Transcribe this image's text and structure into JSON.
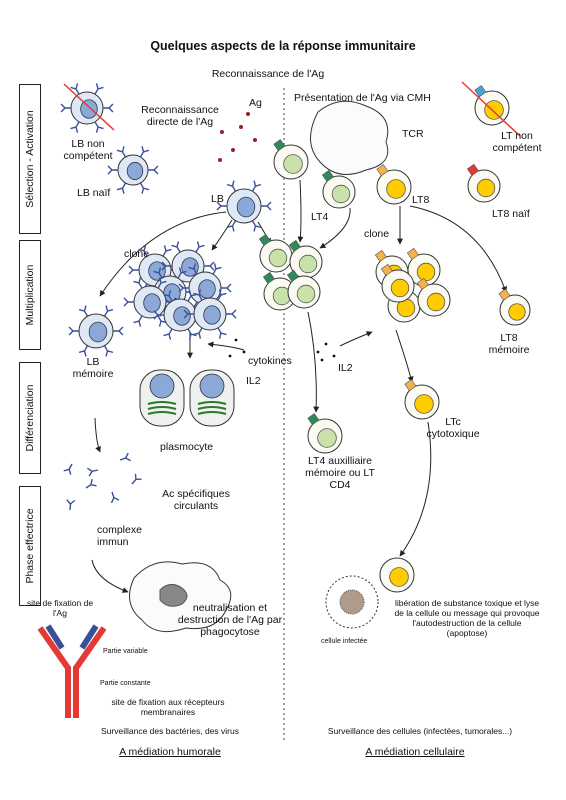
{
  "title": "Quelques aspects de la réponse immunitaire",
  "phases": [
    "Sélection - Activation",
    "Multiplication",
    "Différenciation",
    "Phase effectrice"
  ],
  "top": {
    "recognition": "Reconnaissance de l'Ag",
    "ag": "Ag",
    "direct_recognition": "Reconnaissance directe de l'Ag",
    "presentation": "Présentation de l'Ag via CMH",
    "tcr": "TCR"
  },
  "humoral": {
    "lb_non": "LB non compétent",
    "lb_naif": "LB naïf",
    "lb": "LB",
    "clone": "clone",
    "lb_memoire": "LB mémoire",
    "cytokines": "cytokines",
    "il2": "IL2",
    "plasmocyte": "plasmocyte",
    "ac": "Ac spécifiques circulants",
    "complexe": "complexe immun",
    "neutralisation": "neutralisation et destruction de l'Ag par phagocytose",
    "site_ag": "site de fixation de l'Ag",
    "partie_variable": "Partie variable",
    "partie_constante": "Partie constante",
    "site_recepteurs": "site de fixation aux récepteurs membranaires",
    "surveillance": "Surveillance des bactéries, des virus",
    "mediation": "A médiation humorale"
  },
  "cellular": {
    "lt_non": "LT non compétent",
    "lt4": "LT4",
    "lt8": "LT8",
    "lt8_naif": "LT8 naïf",
    "clone": "clone",
    "lt8_memoire": "LT8 mémoire",
    "il2": "IL2",
    "lt4_memoire": "LT4 auxilliaire mémoire ou LT CD4",
    "ltc": "LTc cytotoxique",
    "cellule_infectee": "cellule infectée",
    "liberation": "libération de substance toxique et lyse de la cellule ou message qui provoque l'autodestruction de la cellule (apoptose)",
    "surveillance": "Surveillance des cellules (infectées, tumorales...)",
    "mediation": "A médiation cellulaire"
  },
  "colors": {
    "lb_cell": "#dfe9f6",
    "lb_nucleus": "#8aa8d8",
    "lt4_cell": "#e9f3dc",
    "lt4_nucleus": "#c9e2a9",
    "lt8_nucleus": "#ffcc00",
    "receptor_blue": "#3a4f9a",
    "receptor_orange": "#f3b24d",
    "receptor_green": "#2e8b57",
    "antigen_red": "#9a1f2a",
    "cross_red": "#e53935"
  }
}
